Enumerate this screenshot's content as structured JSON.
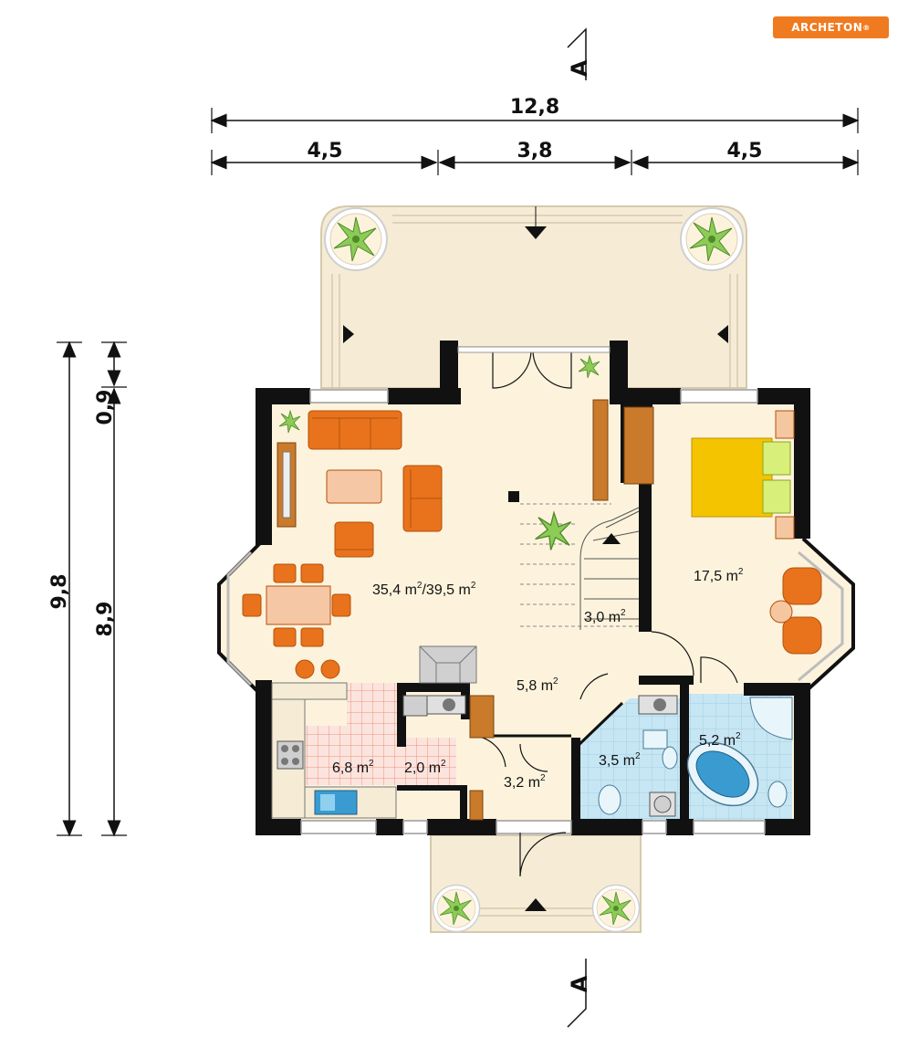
{
  "brand": {
    "name": "ARCHETON",
    "reg_mark": "®"
  },
  "dimensions": {
    "total_width": "12,8",
    "segments": [
      "4,5",
      "3,8",
      "4,5"
    ],
    "total_depth": "9,8",
    "depth_top": "0,9",
    "depth_main": "8,9"
  },
  "section_marker": {
    "label": "A"
  },
  "rooms": {
    "living": {
      "base": "35,4 m",
      "sup": "2",
      "sep": "/39,5 m",
      "sup2": "2"
    },
    "bedroom": {
      "base": "17,5 m",
      "sup": "2"
    },
    "stairs": {
      "base": "3,0 m",
      "sup": "2"
    },
    "hall": {
      "base": "5,8 m",
      "sup": "2"
    },
    "kitchen": {
      "base": "6,8 m",
      "sup": "2"
    },
    "pantry": {
      "base": "2,0 m",
      "sup": "2"
    },
    "vestibule": {
      "base": "3,2 m",
      "sup": "2"
    },
    "wc": {
      "base": "3,5 m",
      "sup": "2"
    },
    "bathroom": {
      "base": "5,2 m",
      "sup": "2"
    }
  },
  "colors": {
    "wall": "#111111",
    "floor": "#fdf3dc",
    "terrace": "#f6ecd6",
    "furniture_orange": "#e8731c",
    "bed_yellow": "#f5c400",
    "tile_blue": "#bfe3f2",
    "kitchen_tile": "#f4b7a8",
    "plant_green": "#7cbf4a",
    "logo_orange": "#f07a1f"
  }
}
